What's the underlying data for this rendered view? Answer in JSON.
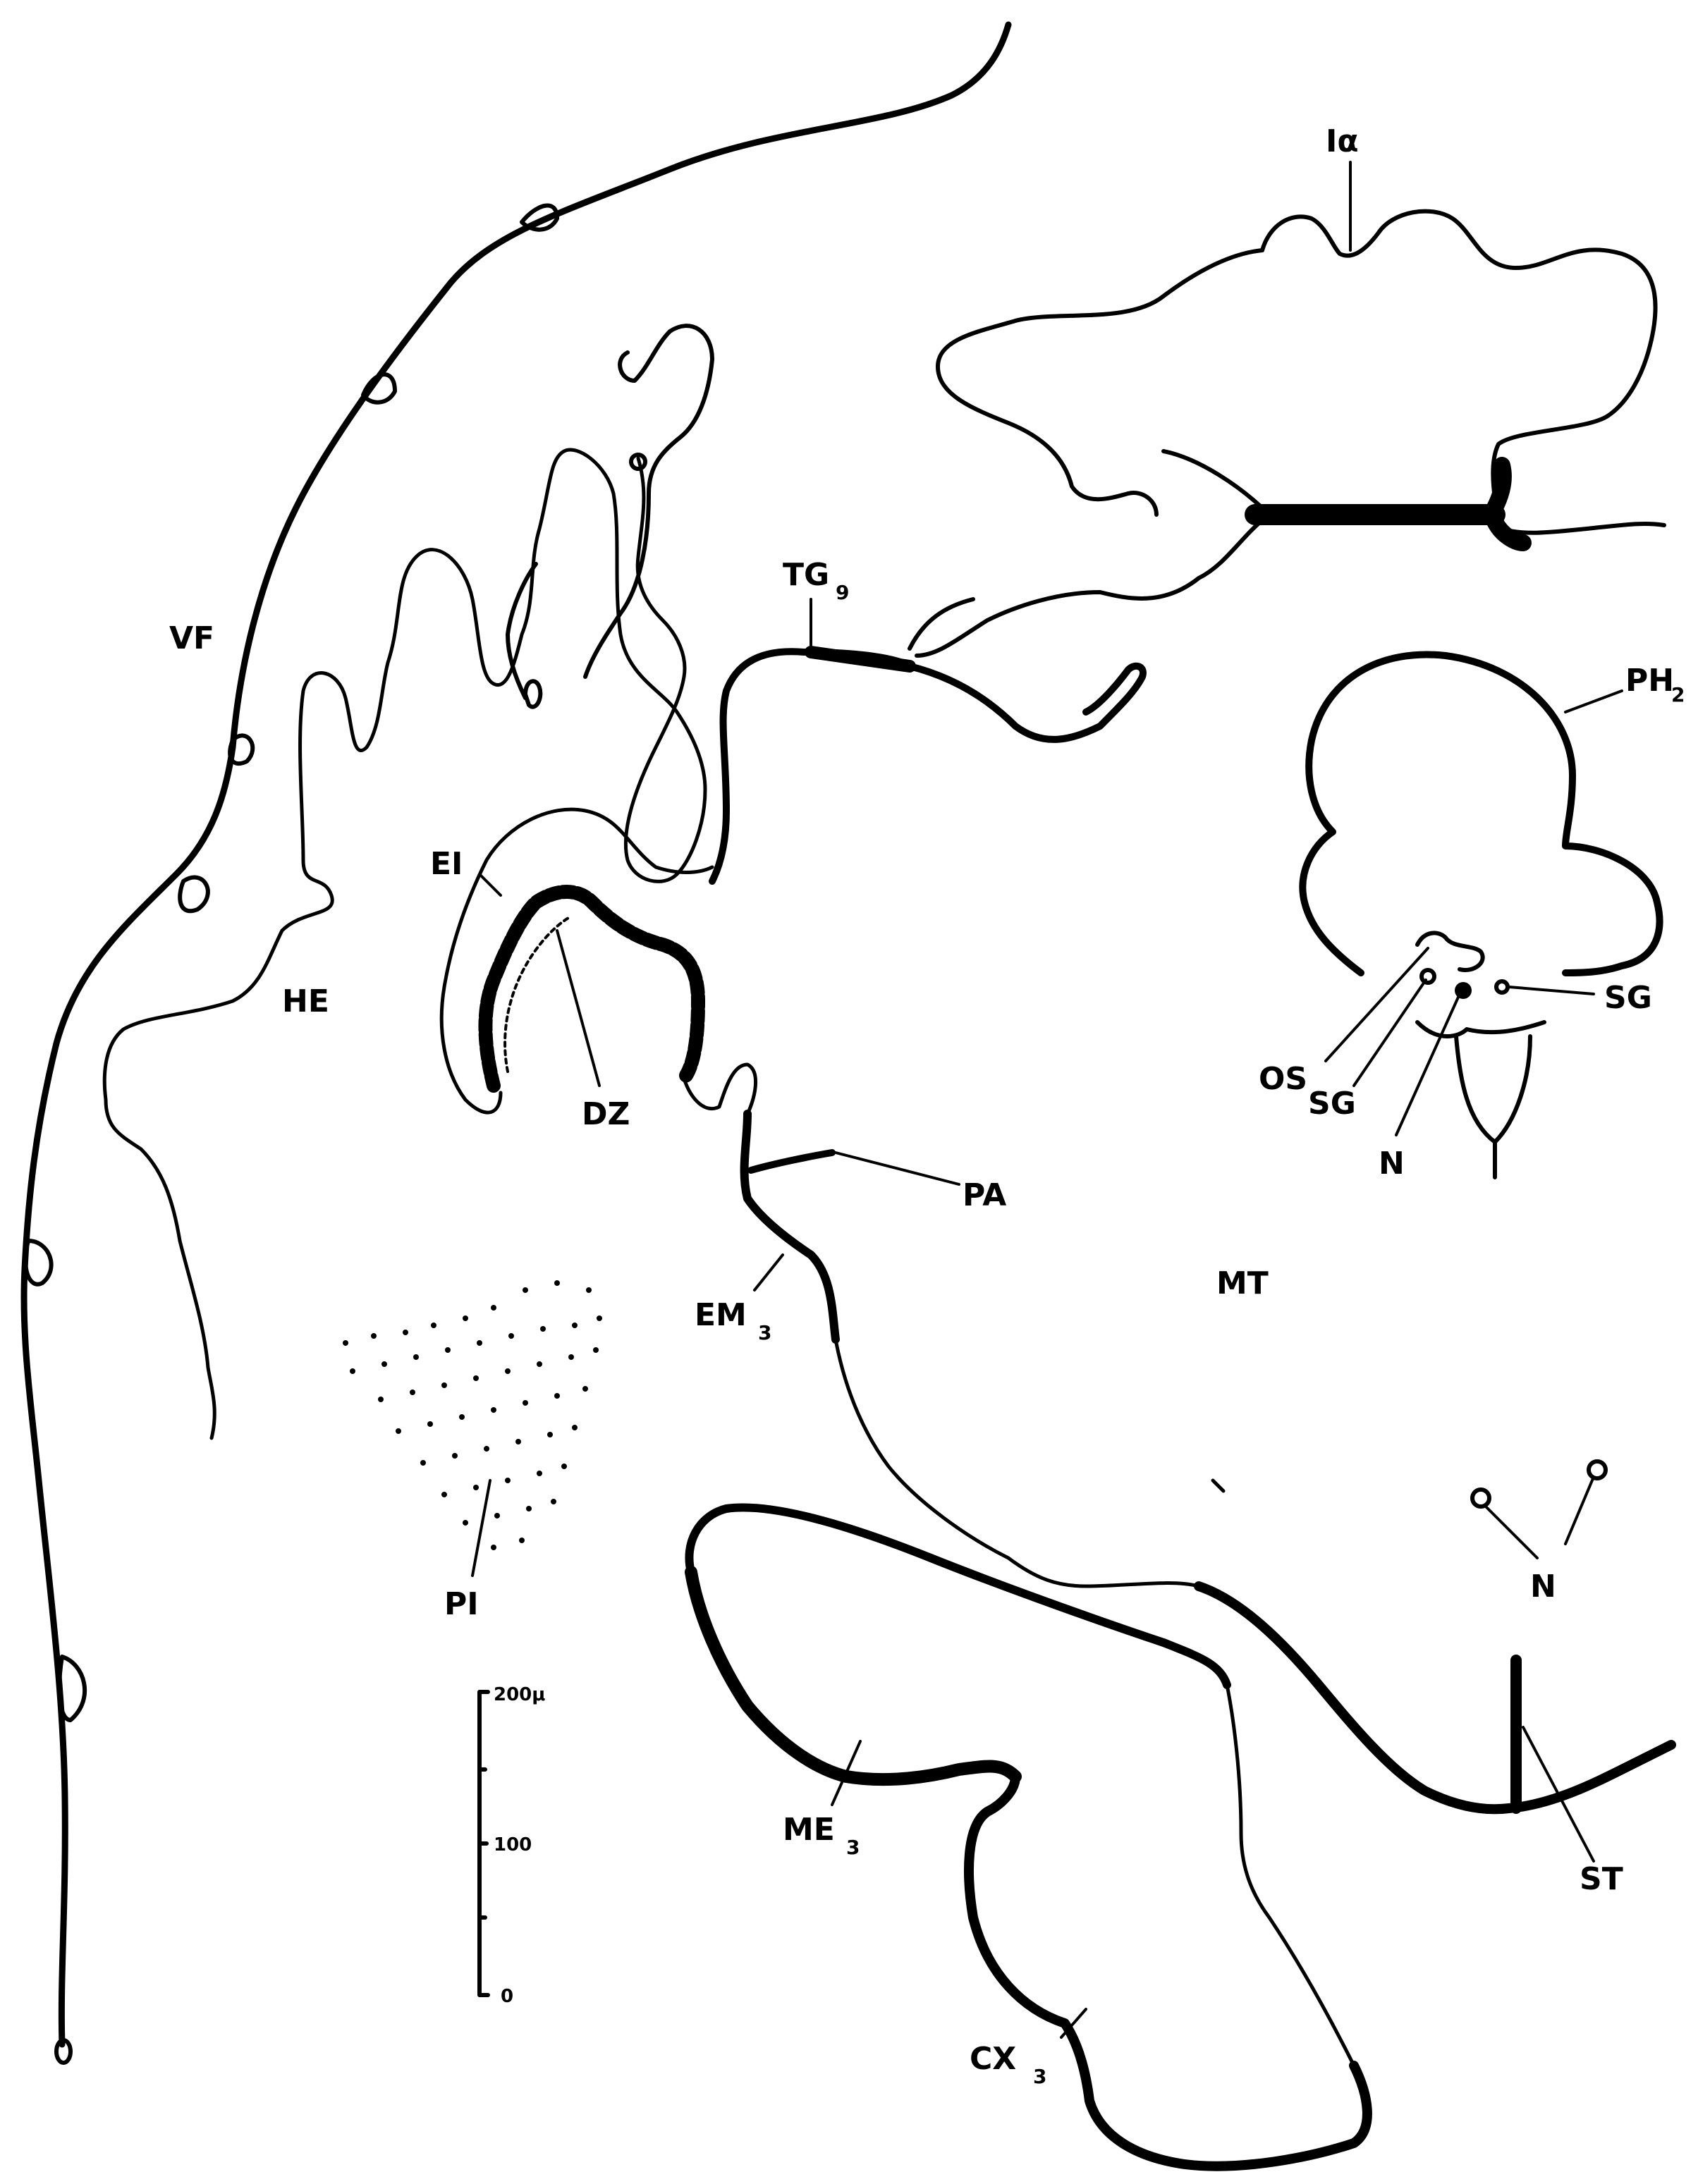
{
  "labels": {
    "ia": "Iα",
    "vf": "VF",
    "tg": "TG",
    "tg_sub": "9",
    "ph": "PH",
    "ph_sub": "2",
    "ei": "EI",
    "he": "HE",
    "dz": "DZ",
    "os": "OS",
    "sg_left": "SG",
    "sg_right": "SG",
    "n_upper": "N",
    "pa": "PA",
    "em": "EM",
    "em_sub": "3",
    "mt": "MT",
    "pi": "PI",
    "n_lower": "N",
    "me": "ME",
    "me_sub": "3",
    "st": "ST",
    "cx": "CX",
    "cx_sub": "3"
  },
  "scale_bar": {
    "ticks": [
      "200μ",
      "100",
      "0"
    ]
  },
  "colors": {
    "ink": "#000000",
    "paper": "#ffffff"
  }
}
